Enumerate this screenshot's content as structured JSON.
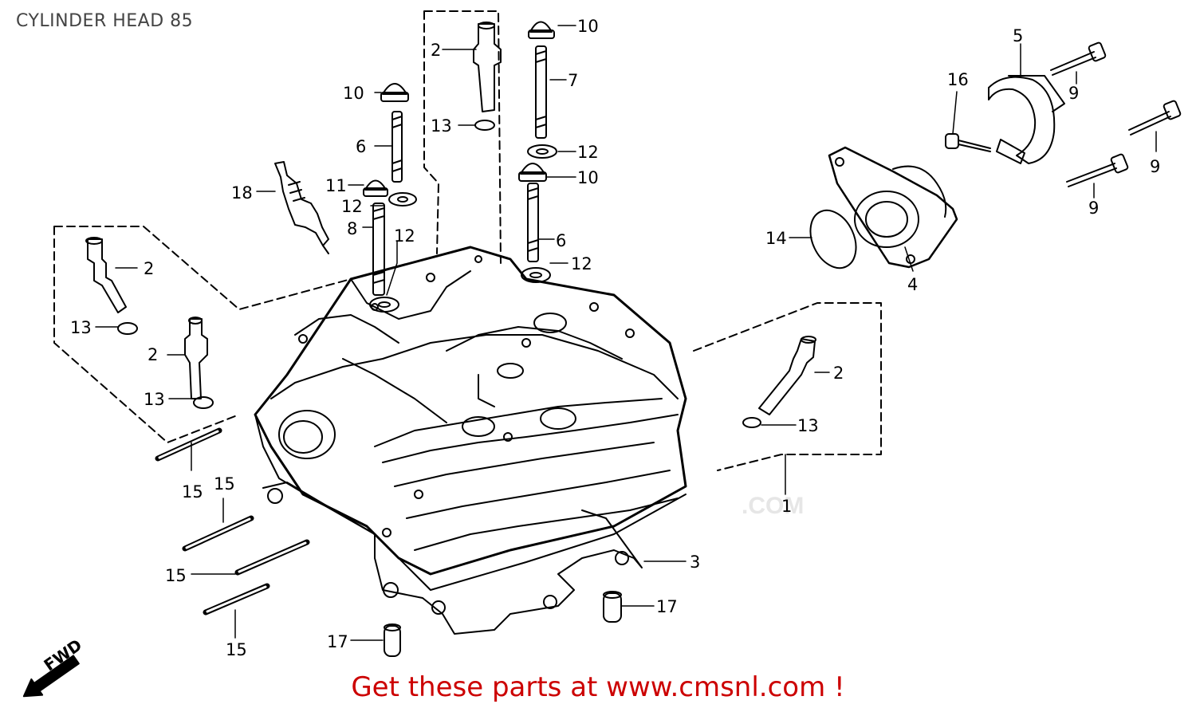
{
  "title": "CYLINDER HEAD 85",
  "watermark": ".COM",
  "call_to_action": "Get these parts at www.cmsnl.com !",
  "direction_label": "FWD",
  "callouts": [
    {
      "id": "c1",
      "text": "1"
    },
    {
      "id": "c2a",
      "text": "2"
    },
    {
      "id": "c2b",
      "text": "2"
    },
    {
      "id": "c2c",
      "text": "2"
    },
    {
      "id": "c2d",
      "text": "2"
    },
    {
      "id": "c3",
      "text": "3"
    },
    {
      "id": "c4",
      "text": "4"
    },
    {
      "id": "c5",
      "text": "5"
    },
    {
      "id": "c6a",
      "text": "6"
    },
    {
      "id": "c6b",
      "text": "6"
    },
    {
      "id": "c7",
      "text": "7"
    },
    {
      "id": "c8",
      "text": "8"
    },
    {
      "id": "c9a",
      "text": "9"
    },
    {
      "id": "c9b",
      "text": "9"
    },
    {
      "id": "c9c",
      "text": "9"
    },
    {
      "id": "c10a",
      "text": "10"
    },
    {
      "id": "c10b",
      "text": "10"
    },
    {
      "id": "c10c",
      "text": "10"
    },
    {
      "id": "c11",
      "text": "11"
    },
    {
      "id": "c12a",
      "text": "12"
    },
    {
      "id": "c12b",
      "text": "12"
    },
    {
      "id": "c12c",
      "text": "12"
    },
    {
      "id": "c12d",
      "text": "12"
    },
    {
      "id": "c13a",
      "text": "13"
    },
    {
      "id": "c13b",
      "text": "13"
    },
    {
      "id": "c13c",
      "text": "13"
    },
    {
      "id": "c13d",
      "text": "13"
    },
    {
      "id": "c14",
      "text": "14"
    },
    {
      "id": "c15a",
      "text": "15"
    },
    {
      "id": "c15b",
      "text": "15"
    },
    {
      "id": "c15c",
      "text": "15"
    },
    {
      "id": "c15d",
      "text": "15"
    },
    {
      "id": "c16",
      "text": "16"
    },
    {
      "id": "c17a",
      "text": "17"
    },
    {
      "id": "c17b",
      "text": "17"
    },
    {
      "id": "c18",
      "text": "18"
    }
  ]
}
